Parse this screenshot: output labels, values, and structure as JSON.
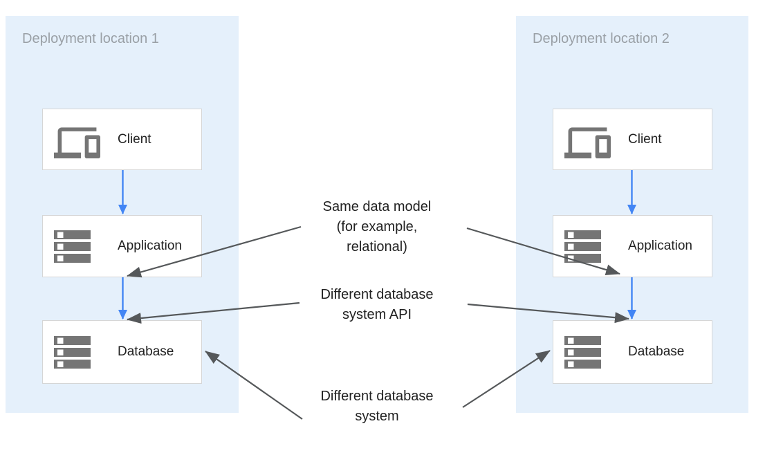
{
  "diagram": {
    "locations": [
      {
        "title": "Deployment location 1",
        "nodes": [
          {
            "label": "Client",
            "icon": "devices-icon"
          },
          {
            "label": "Application",
            "icon": "storage-icon"
          },
          {
            "label": "Database",
            "icon": "storage-icon"
          }
        ]
      },
      {
        "title": "Deployment location 2",
        "nodes": [
          {
            "label": "Client",
            "icon": "devices-icon"
          },
          {
            "label": "Application",
            "icon": "storage-icon"
          },
          {
            "label": "Database",
            "icon": "storage-icon"
          }
        ]
      }
    ],
    "annotations": [
      {
        "lines": [
          "Same data model",
          "(for example,",
          "relational)"
        ]
      },
      {
        "lines": [
          "Different database",
          "system API"
        ]
      },
      {
        "lines": [
          "Different database",
          "system"
        ]
      }
    ],
    "colors": {
      "panel_bg": "#e5f0fb",
      "box_bg": "#ffffff",
      "box_border": "#d6d6d6",
      "icon_gray": "#757575",
      "title_gray": "#9aa0a6",
      "label_text": "#212121",
      "arrow_gray": "#55585a",
      "arrow_blue": "#4285f4",
      "page_bg": "#ffffff"
    }
  }
}
